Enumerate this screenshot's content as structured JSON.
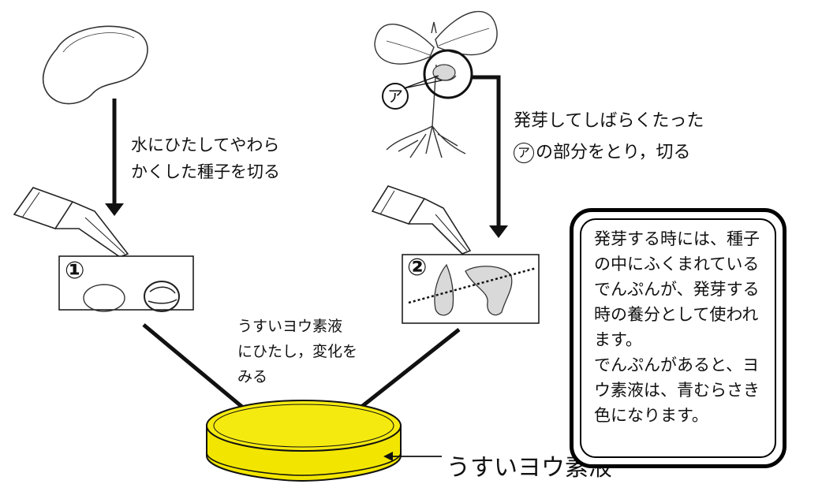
{
  "labels": {
    "step1": [
      "水にひたしてやわら",
      "かくした種子を切る"
    ],
    "step2_line1": "発芽してしばらくたった",
    "step2_marker": "ア",
    "step2_line2": "の部分をとり，切る",
    "marker_a": "ア",
    "specimen_1": "①",
    "specimen_2": "②",
    "iodine_step": [
      "うすいヨウ素液",
      "にひたし，変化を",
      "みる"
    ],
    "dish_label": "うすいヨウ素液"
  },
  "note": {
    "lines": [
      "発芽する時には、種子",
      "の中にふくまれている",
      "でんぷんが、発芽する",
      "時の養分として使われ",
      "ます。",
      "でんぷんがあると、ヨ",
      "ウ素液は、青むらさき",
      "色になります。"
    ]
  },
  "colors": {
    "iodine": "#f2e600",
    "iodine_dark": "#c9bd00",
    "ink": "#111111"
  }
}
